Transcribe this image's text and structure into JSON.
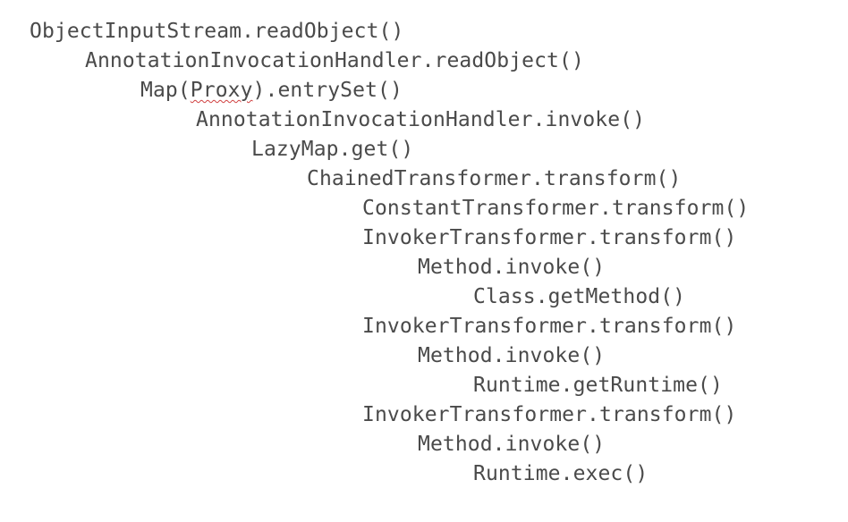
{
  "stack_trace": {
    "lines": [
      {
        "level": 0,
        "text": "ObjectInputStream.readObject()"
      },
      {
        "level": 1,
        "text": "AnnotationInvocationHandler.readObject()"
      },
      {
        "level": 2,
        "prefix": "Map(",
        "emphasis": "Proxy",
        "suffix": ").entrySet()"
      },
      {
        "level": 3,
        "text": "AnnotationInvocationHandler.invoke()"
      },
      {
        "level": 4,
        "text": "LazyMap.get()"
      },
      {
        "level": 5,
        "text": "ChainedTransformer.transform()"
      },
      {
        "level": 6,
        "text": "ConstantTransformer.transform()"
      },
      {
        "level": 6,
        "text": "InvokerTransformer.transform()"
      },
      {
        "level": 7,
        "text": "Method.invoke()"
      },
      {
        "level": 8,
        "text": "Class.getMethod()"
      },
      {
        "level": 6,
        "text": "InvokerTransformer.transform()"
      },
      {
        "level": 7,
        "text": "Method.invoke()"
      },
      {
        "level": 8,
        "text": "Runtime.getRuntime()"
      },
      {
        "level": 6,
        "text": "InvokerTransformer.transform()"
      },
      {
        "level": 7,
        "text": "Method.invoke()"
      },
      {
        "level": 8,
        "text": "Runtime.exec()"
      }
    ],
    "text_color": "#4a4a4a",
    "squiggle_color": "#d04040"
  }
}
